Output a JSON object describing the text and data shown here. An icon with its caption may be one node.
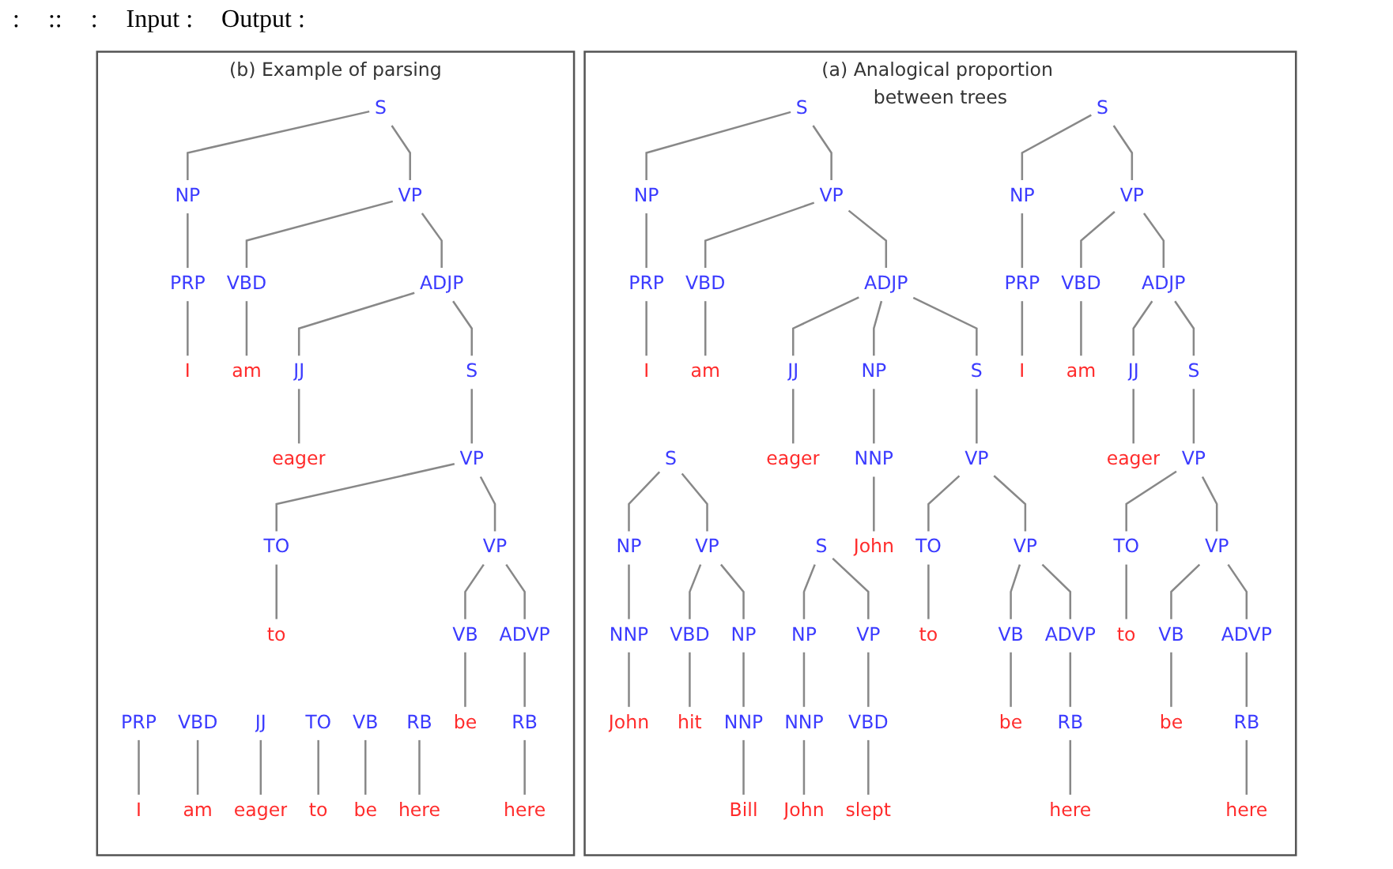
{
  "diagram": {
    "nodes": [
      {
        "text": [
          "(a) Analogical proportion between trees"
        ]
      },
      {
        "text": [
          "S"
        ],
        "in": 0
      },
      {
        "text": [
          "NP"
        ],
        "in": 0
      },
      {
        "text": [
          "VP"
        ],
        "in": 0
      },
      {
        "text": [
          "NNP"
        ],
        "in": 0
      },
      {
        "text": [
          "VBD"
        ],
        "in": 0
      },
      {
        "text": [
          "NP"
        ],
        "in": 0
      },
      {
        "text": [
          "John"
        ],
        "in": 0
      },
      {
        "text": [
          "hit"
        ],
        "in": 0
      },
      {
        "text": [
          "NNP"
        ],
        "in": 0
      },
      {
        "text": [
          "Bill"
        ],
        "in": 0
      },
      {
        "text": [
          "S"
        ],
        "in": 0
      },
      {
        "text": [
          "NP"
        ],
        "in": 0
      },
      {
        "text": [
          "VP"
        ],
        "in": 0
      },
      {
        "text": [
          "NNP"
        ],
        "in": 0
      },
      {
        "text": [
          "VBD"
        ],
        "in": 0
      },
      {
        "text": [
          "John"
        ],
        "in": 0
      },
      {
        "text": [
          "slept"
        ],
        "in": 0
      },
      {
        "text": [
          "S"
        ],
        "in": 0
      },
      {
        "text": [
          "NP"
        ],
        "in": 0
      },
      {
        "text": [
          "VP"
        ],
        "in": 0
      },
      {
        "text": [
          "PRP"
        ],
        "in": 0
      },
      {
        "text": [
          "VBD"
        ],
        "in": 0
      },
      {
        "text": [
          "ADJP"
        ],
        "in": 0
      },
      {
        "text": [
          "I"
        ],
        "in": 0
      },
      {
        "text": [
          "am"
        ],
        "in": 0
      },
      {
        "text": [
          "JJ"
        ],
        "in": 0
      },
      {
        "text": [
          "NP"
        ],
        "in": 0
      },
      {
        "text": [
          "S"
        ],
        "in": 0
      },
      {
        "text": [
          "eager"
        ],
        "in": 0
      },
      {
        "text": [
          "NNP"
        ],
        "in": 0
      },
      {
        "text": [
          "VP"
        ],
        "in": 0
      },
      {
        "text": [
          "John"
        ],
        "in": 0
      },
      {
        "text": [
          "TO"
        ],
        "in": 0
      },
      {
        "text": [
          "VP"
        ],
        "in": 0
      },
      {
        "text": [
          "to"
        ],
        "in": 0
      },
      {
        "text": [
          "VB"
        ],
        "in": 0
      },
      {
        "text": [
          "ADVP"
        ],
        "in": 0
      },
      {
        "text": [
          "be"
        ],
        "in": 0
      },
      {
        "text": [
          "RB"
        ],
        "in": 0
      },
      {
        "text": [
          "here"
        ],
        "in": 0
      },
      {
        "text": [
          "S"
        ],
        "in": 0
      },
      {
        "text": [
          "NP"
        ],
        "in": 0
      },
      {
        "text": [
          "VP"
        ],
        "in": 0
      },
      {
        "text": [
          "PRP"
        ],
        "in": 0
      },
      {
        "text": [
          "VBD"
        ],
        "in": 0
      },
      {
        "text": [
          "ADJP"
        ],
        "in": 0
      },
      {
        "text": [
          "I"
        ],
        "in": 0
      },
      {
        "text": [
          "am"
        ],
        "in": 0
      },
      {
        "text": [
          "JJ"
        ],
        "in": 0
      },
      {
        "text": [
          "S"
        ],
        "in": 0
      },
      {
        "text": [
          "eager"
        ],
        "in": 0
      },
      {
        "text": [
          "VP"
        ],
        "in": 0
      },
      {
        "text": [
          "TO"
        ],
        "in": 0
      },
      {
        "text": [
          "VP"
        ],
        "in": 0
      },
      {
        "text": [
          "to"
        ],
        "in": 0
      },
      {
        "text": [
          "VB"
        ],
        "in": 0
      },
      {
        "text": [
          "ADVP"
        ],
        "in": 0
      },
      {
        "text": [
          "be"
        ],
        "in": 0
      },
      {
        "text": [
          "RB"
        ],
        "in": 0
      },
      {
        "text": [
          "here"
        ],
        "in": 0
      },
      {
        "text": [
          "(b) Example of parsing"
        ]
      },
      {
        "text": [
          "PRP"
        ],
        "in": 61
      },
      {
        "text": [
          "VBD"
        ],
        "in": 61
      },
      {
        "text": [
          "JJ"
        ],
        "in": 61
      },
      {
        "text": [
          "TO"
        ],
        "in": 61
      },
      {
        "text": [
          "VB"
        ],
        "in": 61
      },
      {
        "text": [
          "RB"
        ],
        "in": 61
      },
      {
        "text": [
          "I"
        ],
        "in": 61
      },
      {
        "text": [
          "am"
        ],
        "in": 61
      },
      {
        "text": [
          "eager"
        ],
        "in": 61
      },
      {
        "text": [
          "to"
        ],
        "in": 61
      },
      {
        "text": [
          "be"
        ],
        "in": 61
      },
      {
        "text": [
          "here"
        ],
        "in": 61
      },
      {
        "text": [
          "S"
        ],
        "in": 61
      },
      {
        "text": [
          "NP"
        ],
        "in": 61
      },
      {
        "text": [
          "VP"
        ],
        "in": 61
      },
      {
        "text": [
          "PRP"
        ],
        "in": 61
      },
      {
        "text": [
          "VBD"
        ],
        "in": 61
      },
      {
        "text": [
          "ADJP"
        ],
        "in": 61
      },
      {
        "text": [
          "I"
        ],
        "in": 61
      },
      {
        "text": [
          "am"
        ],
        "in": 61
      },
      {
        "text": [
          "JJ"
        ],
        "in": 61
      },
      {
        "text": [
          "S"
        ],
        "in": 61
      },
      {
        "text": [
          "eager"
        ],
        "in": 61
      },
      {
        "text": [
          "VP"
        ],
        "in": 61
      },
      {
        "text": [
          "TO"
        ],
        "in": 61
      },
      {
        "text": [
          "VP"
        ],
        "in": 61
      },
      {
        "text": [
          "to"
        ],
        "in": 61
      },
      {
        "text": [
          "VB"
        ],
        "in": 61
      },
      {
        "text": [
          "ADVP"
        ],
        "in": 61
      },
      {
        "text": [
          "be"
        ],
        "in": 61
      },
      {
        "text": [
          "RB"
        ],
        "in": 61
      },
      {
        "text": [
          "here"
        ],
        "in": 61
      }
    ],
    "edges": [
      {
        "from": 1,
        "to": 2,
        "arrow": "none"
      },
      {
        "from": 1,
        "to": 3,
        "arrow": "none"
      },
      {
        "from": 2,
        "to": 4,
        "arrow": "none"
      },
      {
        "from": 3,
        "to": 5,
        "arrow": "none"
      },
      {
        "from": 3,
        "to": 6,
        "arrow": "none"
      },
      {
        "from": 4,
        "to": 7,
        "arrow": "none"
      },
      {
        "from": 5,
        "to": 8,
        "arrow": "none"
      },
      {
        "from": 6,
        "to": 9,
        "arrow": "none"
      },
      {
        "from": 9,
        "to": 10,
        "arrow": "none"
      },
      {
        "from": 11,
        "to": 12,
        "arrow": "none"
      },
      {
        "from": 11,
        "to": 13,
        "arrow": "none"
      },
      {
        "from": 12,
        "to": 14,
        "arrow": "none"
      },
      {
        "from": 13,
        "to": 15,
        "arrow": "none"
      },
      {
        "from": 14,
        "to": 16,
        "arrow": "none"
      },
      {
        "from": 15,
        "to": 17,
        "arrow": "none"
      },
      {
        "from": 18,
        "to": 19,
        "arrow": "none"
      },
      {
        "from": 18,
        "to": 20,
        "arrow": "none"
      },
      {
        "from": 19,
        "to": 21,
        "arrow": "none"
      },
      {
        "from": 20,
        "to": 22,
        "arrow": "none"
      },
      {
        "from": 20,
        "to": 23,
        "arrow": "none"
      },
      {
        "from": 21,
        "to": 24,
        "arrow": "none"
      },
      {
        "from": 22,
        "to": 25,
        "arrow": "none"
      },
      {
        "from": 23,
        "to": 26,
        "arrow": "none"
      },
      {
        "from": 23,
        "to": 27,
        "arrow": "none"
      },
      {
        "from": 23,
        "to": 28,
        "arrow": "none"
      },
      {
        "from": 26,
        "to": 29,
        "arrow": "none"
      },
      {
        "from": 27,
        "to": 30,
        "arrow": "none"
      },
      {
        "from": 28,
        "to": 31,
        "arrow": "none"
      },
      {
        "from": 30,
        "to": 32,
        "arrow": "none"
      },
      {
        "from": 31,
        "to": 33,
        "arrow": "none"
      },
      {
        "from": 31,
        "to": 34,
        "arrow": "none"
      },
      {
        "from": 33,
        "to": 35,
        "arrow": "none"
      },
      {
        "from": 34,
        "to": 36,
        "arrow": "none"
      },
      {
        "from": 34,
        "to": 37,
        "arrow": "none"
      },
      {
        "from": 36,
        "to": 38,
        "arrow": "none"
      },
      {
        "from": 37,
        "to": 39,
        "arrow": "none"
      },
      {
        "from": 39,
        "to": 40,
        "arrow": "none"
      },
      {
        "from": 41,
        "to": 42,
        "arrow": "none"
      },
      {
        "from": 41,
        "to": 43,
        "arrow": "none"
      },
      {
        "from": 42,
        "to": 44,
        "arrow": "none"
      },
      {
        "from": 43,
        "to": 45,
        "arrow": "none"
      },
      {
        "from": 43,
        "to": 46,
        "arrow": "none"
      },
      {
        "from": 44,
        "to": 47,
        "arrow": "none"
      },
      {
        "from": 45,
        "to": 48,
        "arrow": "none"
      },
      {
        "from": 46,
        "to": 49,
        "arrow": "none"
      },
      {
        "from": 46,
        "to": 50,
        "arrow": "none"
      },
      {
        "from": 49,
        "to": 51,
        "arrow": "none"
      },
      {
        "from": 50,
        "to": 52,
        "arrow": "none"
      },
      {
        "from": 52,
        "to": 53,
        "arrow": "none"
      },
      {
        "from": 52,
        "to": 54,
        "arrow": "none"
      },
      {
        "from": 53,
        "to": 55,
        "arrow": "none"
      },
      {
        "from": 54,
        "to": 56,
        "arrow": "none"
      },
      {
        "from": 54,
        "to": 57,
        "arrow": "none"
      },
      {
        "from": 56,
        "to": 58,
        "arrow": "none"
      },
      {
        "from": 57,
        "to": 59,
        "arrow": "none"
      },
      {
        "from": 59,
        "to": 60,
        "arrow": "none"
      },
      {
        "from": 62,
        "to": 68,
        "arrow": "none"
      },
      {
        "from": 63,
        "to": 69,
        "arrow": "none"
      },
      {
        "from": 64,
        "to": 70,
        "arrow": "none"
      },
      {
        "from": 65,
        "to": 71,
        "arrow": "none"
      },
      {
        "from": 66,
        "to": 72,
        "arrow": "none"
      },
      {
        "from": 67,
        "to": 73,
        "arrow": "none"
      },
      {
        "from": 74,
        "to": 75,
        "arrow": "none"
      },
      {
        "from": 74,
        "to": 76,
        "arrow": "none"
      },
      {
        "from": 75,
        "to": 77,
        "arrow": "none"
      },
      {
        "from": 76,
        "to": 78,
        "arrow": "none"
      },
      {
        "from": 76,
        "to": 79,
        "arrow": "none"
      },
      {
        "from": 77,
        "to": 80,
        "arrow": "none"
      },
      {
        "from": 78,
        "to": 81,
        "arrow": "none"
      },
      {
        "from": 79,
        "to": 82,
        "arrow": "none"
      },
      {
        "from": 79,
        "to": 83,
        "arrow": "none"
      },
      {
        "from": 82,
        "to": 84,
        "arrow": "none"
      },
      {
        "from": 83,
        "to": 85,
        "arrow": "none"
      },
      {
        "from": 85,
        "to": 86,
        "arrow": "none"
      },
      {
        "from": 85,
        "to": 87,
        "arrow": "none"
      },
      {
        "from": 86,
        "to": 88,
        "arrow": "none"
      },
      {
        "from": 87,
        "to": 89,
        "arrow": "none"
      },
      {
        "from": 87,
        "to": 90,
        "arrow": "none"
      },
      {
        "from": 89,
        "to": 91,
        "arrow": "none"
      },
      {
        "from": 90,
        "to": 92,
        "arrow": "none"
      },
      {
        "from": 92,
        "to": 93,
        "arrow": "none"
      }
    ],
    "labels": [
      ":",
      "::",
      ":",
      "Input :",
      "Output :"
    ]
  }
}
